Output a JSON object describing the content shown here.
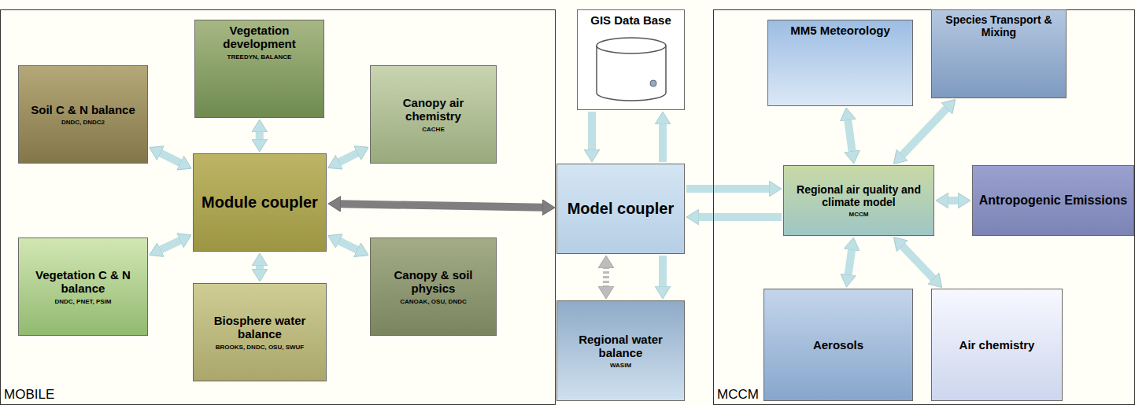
{
  "diagram": {
    "nodes": [
      {
        "text": [
          "MOBILE"
        ]
      },
      {
        "text": [
          "Vegetation development",
          "TREEDYN, BALANCE"
        ],
        "in": 0
      },
      {
        "text": [
          "Soil C & N balance",
          "DNDC, DNDC2"
        ],
        "in": 0
      },
      {
        "text": [
          "Canopy air chemistry",
          "CACHE"
        ],
        "in": 0
      },
      {
        "text": [
          "Module coupler"
        ],
        "in": 0
      },
      {
        "text": [
          "Vegetation C & N balance",
          "DNDC, PNET, PSIM"
        ],
        "in": 0
      },
      {
        "text": [
          "Biosphere water balance",
          "BROOKS, DNDC, OSU, SWUF"
        ],
        "in": 0
      },
      {
        "text": [
          "Canopy & soil physics",
          "CANOAK, OSU, DNDC"
        ],
        "in": 0
      },
      {
        "text": [
          "GIS Data Base"
        ]
      },
      {
        "text": [
          "Model coupler"
        ]
      },
      {
        "text": [
          "Regional water balance",
          "WASIM"
        ]
      },
      {
        "text": [
          "MCCM"
        ]
      },
      {
        "text": [
          "MM5 Meteorology"
        ],
        "in": 11
      },
      {
        "text": [
          "Species Transport & Mixing"
        ],
        "in": 11
      },
      {
        "text": [
          "Regional air quality and climate model",
          "MCCM"
        ],
        "in": 11
      },
      {
        "text": [
          "Antropogenic Emissions"
        ],
        "in": 11
      },
      {
        "text": [
          "Aerosols"
        ],
        "in": 11
      },
      {
        "text": [
          "Air chemistry"
        ],
        "in": 11
      }
    ],
    "edges": [
      {
        "from": 1,
        "to": 4,
        "arrow": "both"
      },
      {
        "from": 2,
        "to": 4,
        "arrow": "both"
      },
      {
        "from": 3,
        "to": 4,
        "arrow": "both"
      },
      {
        "from": 5,
        "to": 4,
        "arrow": "both"
      },
      {
        "from": 6,
        "to": 4,
        "arrow": "both"
      },
      {
        "from": 7,
        "to": 4,
        "arrow": "both"
      },
      {
        "from": 4,
        "to": 9,
        "arrow": "both"
      },
      {
        "from": 8,
        "to": 9,
        "arrow": "to"
      },
      {
        "from": 9,
        "to": 8,
        "arrow": "to"
      },
      {
        "from": 9,
        "to": 10,
        "arrow": "both"
      },
      {
        "from": 9,
        "to": 10,
        "arrow": "to"
      },
      {
        "from": 9,
        "to": 14,
        "arrow": "to"
      },
      {
        "from": 14,
        "to": 9,
        "arrow": "to"
      },
      {
        "from": 12,
        "to": 14,
        "arrow": "both"
      },
      {
        "from": 13,
        "to": 14,
        "arrow": "both"
      },
      {
        "from": 15,
        "to": 14,
        "arrow": "both"
      },
      {
        "from": 16,
        "to": 14,
        "arrow": "both"
      },
      {
        "from": 17,
        "to": 14,
        "arrow": "both"
      }
    ]
  }
}
